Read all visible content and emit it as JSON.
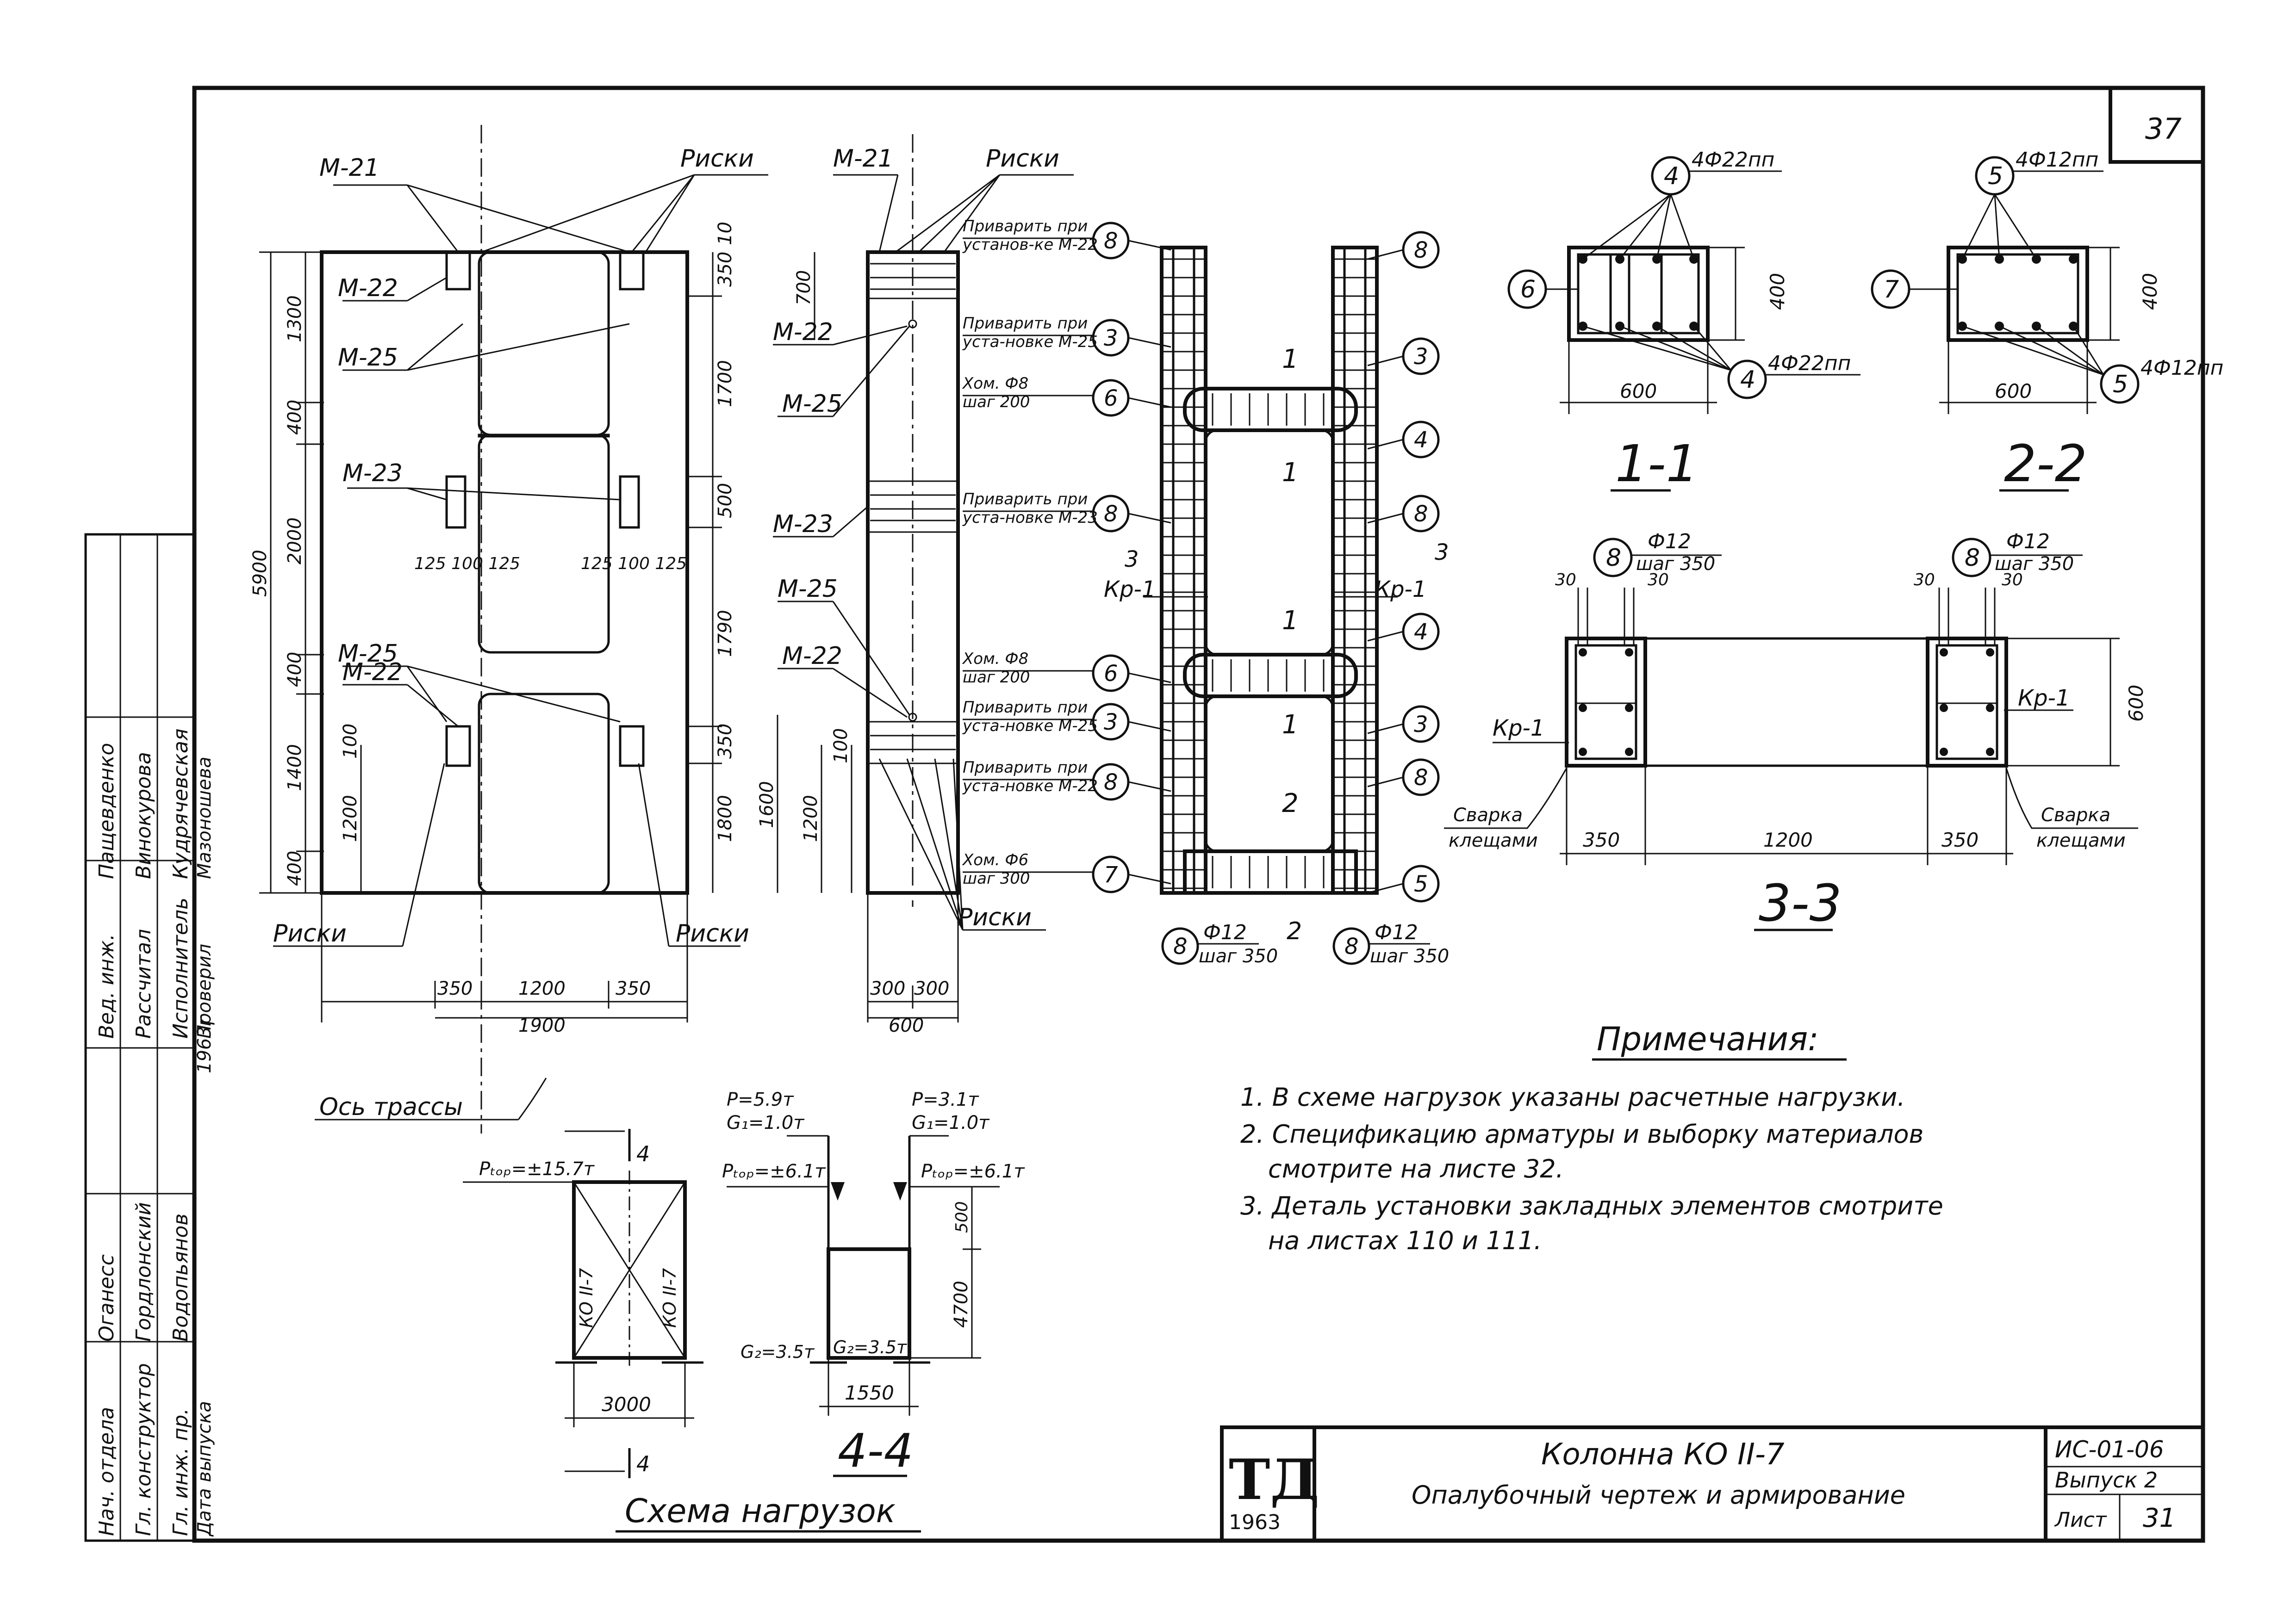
{
  "sheet": {
    "page_number": "37",
    "title_block": {
      "logo": "ТД",
      "logo_year": "1963",
      "title_line1": "Колонна КО II-7",
      "title_line2": "Опалубочный чертеж и армирование",
      "code": "ИС-01-06",
      "issue": "Выпуск 2",
      "sheet_label": "Лист",
      "sheet_no": "31"
    },
    "side_stamp": {
      "roles": [
        "Нач. отдела",
        "Гл. конструктор",
        "Гл. инж. пр.",
        "Дата выпуска"
      ],
      "names": [
        "Оганесс",
        "Гордлонский",
        "Водопьянов"
      ],
      "roles2": [
        "Вед. инж.",
        "Рассчитал",
        "Исполнитель",
        "Проверил"
      ],
      "names2": [
        "Пащевденко",
        "Винокурова",
        "Кудрячевская",
        "Мазоношева"
      ],
      "year": "1963г"
    }
  },
  "elevation": {
    "labels": {
      "m21": "М-21",
      "riski": "Риски",
      "m22a": "М-22",
      "m25a": "М-25",
      "m23": "М-23",
      "m25b": "М-25",
      "m22b": "М-22",
      "riski_l": "Риски",
      "riski_r": "Риски",
      "axis": "Ось трассы"
    },
    "dims_left": [
      "1300",
      "400",
      "2000",
      "400",
      "1400",
      "400",
      "1200",
      "100"
    ],
    "dim_total": "5900",
    "dims_right": [
      "350",
      "10",
      "1700",
      "500",
      "1790",
      "350",
      "1800"
    ],
    "dims_bottom": [
      "350",
      "1200",
      "350"
    ],
    "dim_bottom_total": "1900",
    "small_dims_a": "125 100 125",
    "small_dims_b": "125 100 125"
  },
  "side_view": {
    "labels": {
      "m21": "М-21",
      "riski": "Риски",
      "m22": "М-22",
      "m25": "М-25",
      "m23": "М-23",
      "m25b": "М-25",
      "m22b": "М-22",
      "riski_b": "Риски"
    },
    "dims": [
      "700",
      "1600",
      "1200",
      "100"
    ],
    "dims_bottom": [
      "300",
      "300"
    ],
    "dim_total": "600"
  },
  "reinforcement": {
    "notes_left": [
      {
        "text": "Приварить при установ-ке М-22",
        "mark": "8"
      },
      {
        "text": "Приварить при уста-новке М-25",
        "mark": "3"
      },
      {
        "text": "Хом. Ф8 шаг 200",
        "mark": "6"
      },
      {
        "text": "Приварить при уста-новке М-23",
        "mark": "8"
      },
      {
        "text": "Хом. Ф8 шаг 200",
        "mark": "6"
      },
      {
        "text": "Приварить при уста-новке М-25",
        "mark": "3"
      },
      {
        "text": "Приварить при уста-новке М-22",
        "mark": "8"
      },
      {
        "text": "Хом. Ф6 шаг 300",
        "mark": "7"
      }
    ],
    "marks_right": [
      "8",
      "3",
      "4",
      "8",
      "4",
      "3",
      "8",
      "5"
    ],
    "kr_left": "Кр-1",
    "kr_right": "Кр-1",
    "cut3": "3",
    "cut1": "1",
    "cut2": "2",
    "bottom_left": {
      "mark": "8",
      "dia": "Ф12",
      "step": "шаг 350"
    },
    "bottom_right": {
      "mark": "8",
      "dia": "Ф12",
      "step": "шаг 350"
    }
  },
  "section_1_1": {
    "title": "1-1",
    "mark_top": "4",
    "top_bars": "4Ф22пп",
    "mark_left": "6",
    "mark_bot": "4",
    "bot_bars": "4Ф22пп",
    "width": "600",
    "height": "400"
  },
  "section_2_2": {
    "title": "2-2",
    "mark_top": "5",
    "top_bars": "4Ф12пп",
    "mark_left": "7",
    "mark_bot": "5",
    "bot_bars": "4Ф12пп",
    "width": "600",
    "height": "400"
  },
  "section_3_3": {
    "title": "3-3",
    "mark_l": "8",
    "dia_l": "Ф12",
    "step_l": "шаг 350",
    "mark_r": "8",
    "dia_r": "Ф12",
    "step_r": "шаг 350",
    "small": [
      "30",
      "30",
      "30",
      "30"
    ],
    "kr_l": "Кр-1",
    "kr_r": "Кр-1",
    "height": "600",
    "weld_l": "Сварка клещами",
    "weld_r": "Сварка клещами",
    "dims": [
      "350",
      "1200",
      "350"
    ]
  },
  "load_scheme": {
    "title": "Схема нагрузок",
    "left_force": "Рₜₒₚ=±15.7т",
    "label_ko_left": "КО II-7",
    "label_ko_right": "КО II-7",
    "dim_3000": "3000",
    "cut_4": "4",
    "p1": "Р=5.9т",
    "g1a": "G₁=1.0т",
    "p2": "Р=3.1т",
    "g1b": "G₁=1.0т",
    "ptop_l": "Рₜₒₚ=±6.1т",
    "ptop_r": "Рₜₒₚ=±6.1т",
    "dim_500": "500",
    "dim_4700": "4700",
    "g2a": "G₂=3.5т",
    "g2b": "G₂=3.5т",
    "dim_1550": "1550",
    "sec_title": "4-4"
  },
  "notes": {
    "heading": "Примечания:",
    "items": [
      "1. В схеме нагрузок указаны расчетные нагрузки.",
      "2. Спецификацию арматуры и выборку материалов",
      "смотрите на листе 32.",
      "3. Деталь установки закладных элементов смотрите",
      "на листах 110 и 111."
    ]
  }
}
